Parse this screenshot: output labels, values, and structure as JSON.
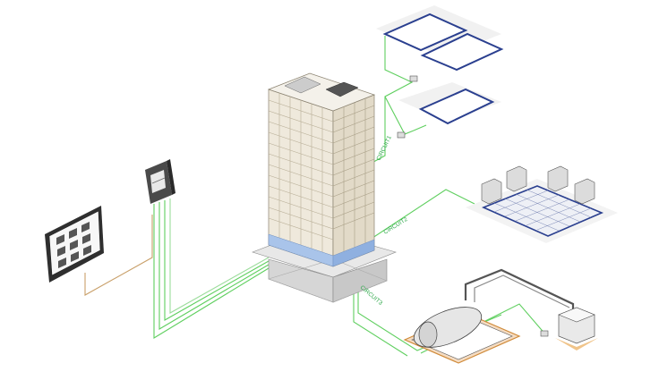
{
  "diagram": {
    "circuit_labels": [
      "CIRCUIT1",
      "CIRCUIT2",
      "CIRCUIT3"
    ]
  },
  "colors": {
    "wire": "#5fcf5f",
    "panel_blue": "#2a3f8f",
    "building_face": "#efe9dc",
    "window_blue": "#a9c4ea",
    "keypad_dark": "#3b3b3b",
    "copper_wire": "#c9a06a"
  },
  "icons": [
    "control-keypad-icon",
    "meter-cabinet-icon",
    "office-tower-icon",
    "roof-heating-panel-icon",
    "underfloor-heating-icon",
    "tank-heater-icon",
    "outdoor-unit-icon",
    "junction-box-icon"
  ]
}
